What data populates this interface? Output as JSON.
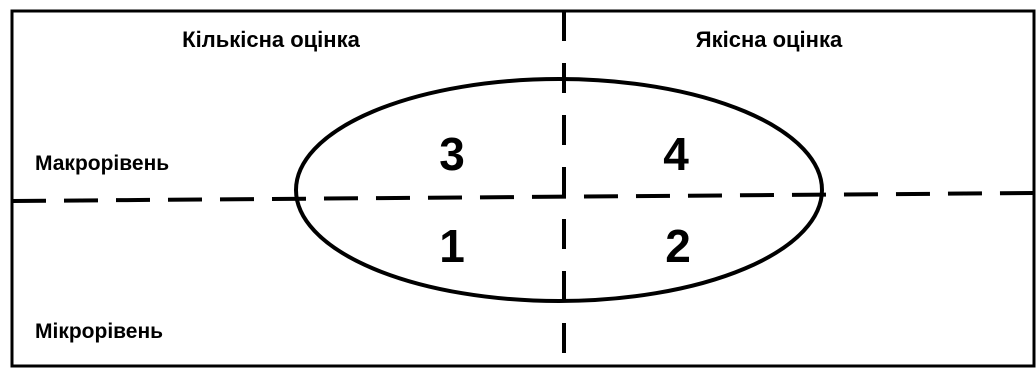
{
  "diagram": {
    "columns": {
      "quantitative": "Кількісна оцінка",
      "qualitative": "Якісна оцінка"
    },
    "rows": {
      "macro": "Макрорівень",
      "micro": "Мікрорівень"
    },
    "quadrants": {
      "macro_quantitative": "3",
      "macro_qualitative": "4",
      "micro_quantitative": "1",
      "micro_qualitative": "2"
    },
    "colors": {
      "stroke": "#000000",
      "background": "#ffffff"
    }
  }
}
